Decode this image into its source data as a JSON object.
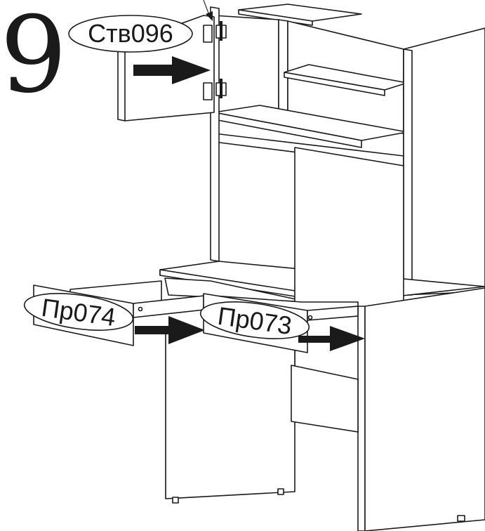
{
  "step": {
    "number": "9"
  },
  "parts": {
    "door_label": "Ств096",
    "drawer_left_label": "Пр074",
    "drawer_right_label": "Пр073"
  },
  "colors": {
    "ink": "#1a1a1a",
    "paper": "#ffffff"
  },
  "icons": [
    "push-arrow-icon",
    "hinge-icon",
    "pointer-arrow-icon"
  ]
}
